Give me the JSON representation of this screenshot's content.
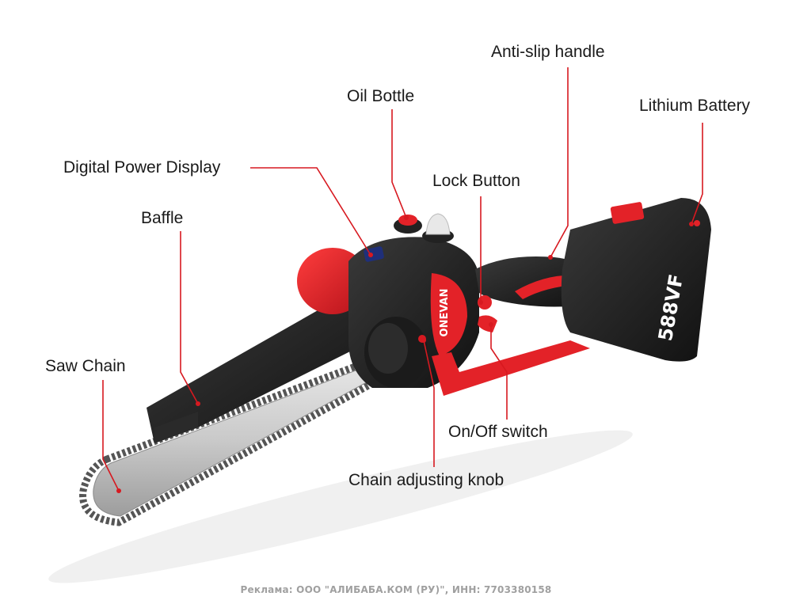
{
  "labels": {
    "anti_slip_handle": "Anti-slip handle",
    "lithium_battery": "Lithium Battery",
    "oil_bottle": "Oil Bottle",
    "digital_power_display": "Digital Power Display",
    "lock_button": "Lock Button",
    "baffle": "Baffle",
    "saw_chain": "Saw Chain",
    "on_off_switch": "On/Off switch",
    "chain_adjusting_knob": "Chain adjusting knob"
  },
  "product": {
    "brand_text": "ONEVAN",
    "battery_text": "588VF"
  },
  "footer": {
    "ad_text": "Реклама: ООО \"АЛИБАБА.КОМ (РУ)\", ИНН: 7703380158"
  },
  "colors": {
    "leader_line": "#d71920",
    "accent_red": "#e32228",
    "body_black": "#1e1e1e",
    "bar_silver": "#c8c8c8"
  }
}
